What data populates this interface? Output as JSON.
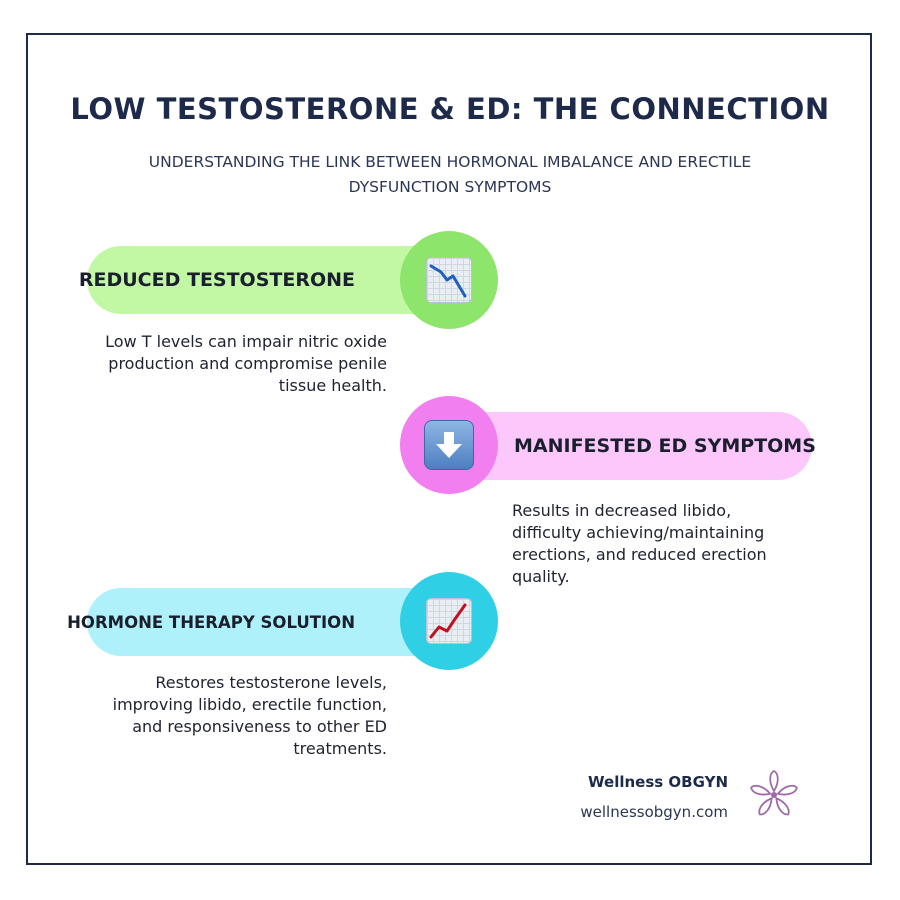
{
  "header": {
    "title": "LOW TESTOSTERONE & ED: THE CONNECTION",
    "subtitle": "UNDERSTANDING THE LINK BETWEEN HORMONAL IMBALANCE AND ERECTILE DYSFUNCTION SYMPTOMS"
  },
  "steps": [
    {
      "label": "REDUCED TESTOSTERONE",
      "description": "Low T levels can impair nitric oxide production and compromise penile tissue health.",
      "icon": "chart-decreasing-icon",
      "pill_color": "#c2f7a4",
      "circle_color": "#8ee56b"
    },
    {
      "label": "MANIFESTED ED SYMPTOMS",
      "description": "Results in decreased libido, difficulty achieving/maintaining erections, and reduced erection quality.",
      "icon": "down-arrow-icon",
      "pill_color": "#fcc8fb",
      "circle_color": "#f27ff0"
    },
    {
      "label": "HORMONE THERAPY SOLUTION",
      "description": "Restores testosterone levels, improving libido, erectile function, and responsiveness to other ED treatments.",
      "icon": "chart-increasing-icon",
      "pill_color": "#aef1fb",
      "circle_color": "#2fd0e6"
    }
  ],
  "brand": {
    "name": "Wellness OBGYN",
    "url": "wellnessobgyn.com",
    "logo": "flower-logo-icon",
    "logo_color": "#a06aa8"
  }
}
